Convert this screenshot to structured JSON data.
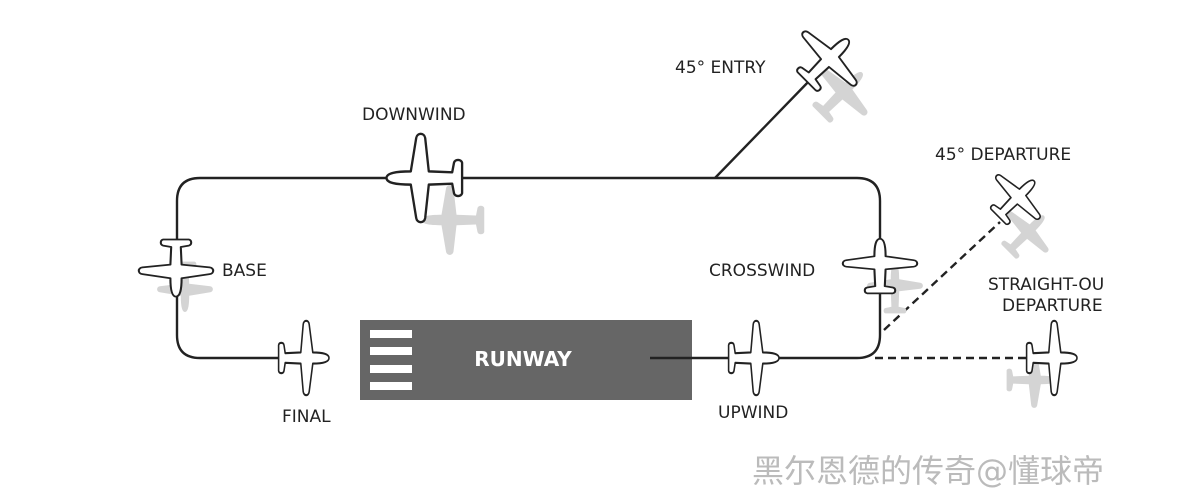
{
  "labels": {
    "entry": "45° ENTRY",
    "downwind": "DOWNWIND",
    "departure45": "45° DEPARTURE",
    "base": "BASE",
    "crosswind": "CROSSWIND",
    "straight_out_1": "STRAIGHT-OU",
    "straight_out_2": "DEPARTURE",
    "final": "FINAL",
    "upwind": "UPWIND",
    "runway": "RUNWAY"
  },
  "watermark": "黑尔恩德的传奇@懂球帝",
  "colors": {
    "runway": "#666666",
    "line": "#222222",
    "shadow": "#d4d4d4"
  }
}
